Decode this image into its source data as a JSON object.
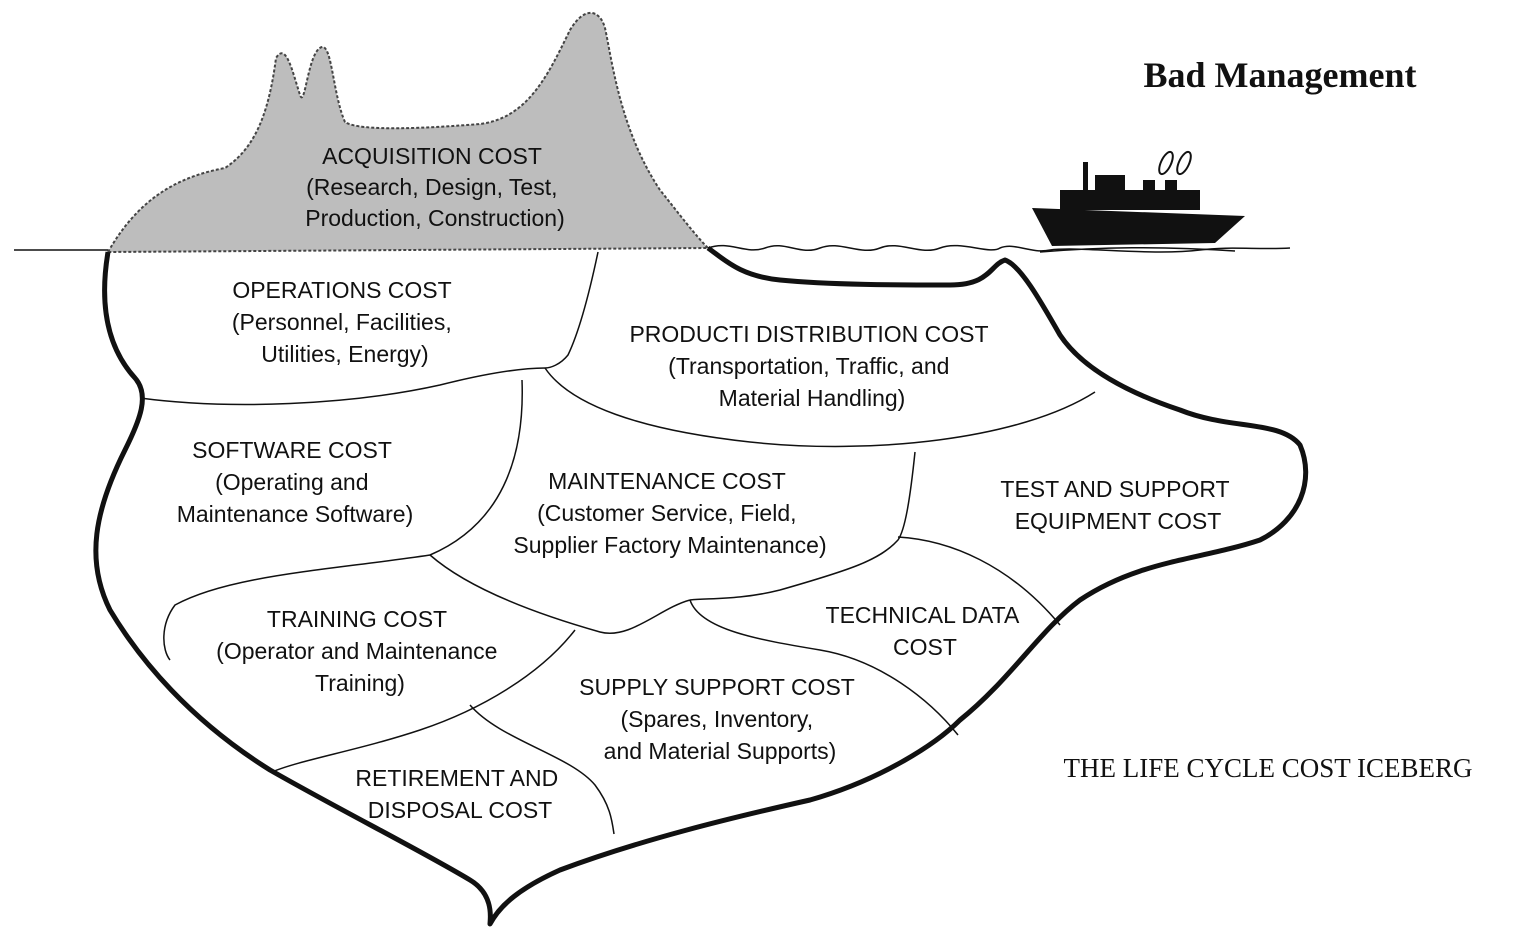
{
  "title": "Bad Management",
  "caption": "THE LIFE CYCLE COST ICEBERG",
  "colors": {
    "above_water": "#bdbdbd",
    "lines": "#111111",
    "background": "#ffffff"
  },
  "icons": {
    "ship": "ship-icon"
  },
  "regions": {
    "acquisition": [
      "ACQUISITION COST",
      "(Research, Design, Test,",
      "Production, Construction)"
    ],
    "operations": [
      "OPERATIONS COST",
      "(Personnel, Facilities,",
      "Utilities, Energy)"
    ],
    "distribution": [
      "PRODUCTI DISTRIBUTION COST",
      "(Transportation, Traffic, and",
      "Material Handling)"
    ],
    "software": [
      "SOFTWARE COST",
      "(Operating and",
      "Maintenance Software)"
    ],
    "maintenance": [
      "MAINTENANCE COST",
      "(Customer Service, Field,",
      "Supplier Factory Maintenance)"
    ],
    "test_support": [
      "TEST AND SUPPORT",
      "EQUIPMENT COST"
    ],
    "training": [
      "TRAINING COST",
      "(Operator and Maintenance",
      "Training)"
    ],
    "technical_data": [
      "TECHNICAL DATA",
      "COST"
    ],
    "supply_support": [
      "SUPPLY SUPPORT COST",
      "(Spares, Inventory,",
      "and Material Supports)"
    ],
    "retirement": [
      "RETIREMENT AND",
      "DISPOSAL COST"
    ]
  }
}
